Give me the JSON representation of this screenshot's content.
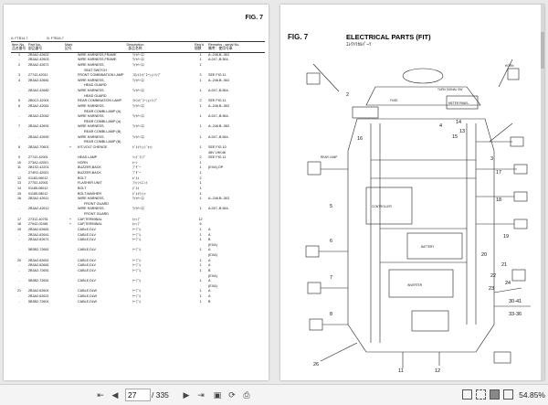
{
  "left_page": {
    "fig": "FIG. 7",
    "ref_a": "A: FTB14-7",
    "ref_b": "B: FTB16-7",
    "headers": {
      "item": "Item No.\n品名番号",
      "part": "Part No.\n部品番号",
      "mark": "Mark\n記号",
      "desc": "Description\n部品名称",
      "reqd": "Req'd\n個数",
      "remarks": "Remarks : serial No.\n備考：使用号車"
    },
    "rows": [
      {
        "item": "1",
        "part": "2B3A2-42602",
        "mark": "",
        "desc": "WIRE HARNESS,FRAME",
        "jp": "ﾜｲﾔﾊｰﾈｽ",
        "reqd": "1",
        "remarks": "A:-246,B:-363"
      },
      {
        "item": "-",
        "part": "2B3A2-42603",
        "mark": "",
        "desc": "WIRE HARNESS,FRAME",
        "jp": "ﾜｲﾔﾊｰﾈｽ",
        "reqd": "1",
        "remarks": "A:247-,B:364-"
      },
      {
        "item": "2",
        "part": "2B3A2-42671",
        "mark": "",
        "desc": "WIRE HARNESS,",
        "jp": "ﾜｲﾔﾊｰﾈｽ",
        "reqd": "1",
        "remarks": ""
      },
      {
        "item": "",
        "part": "",
        "mark": "",
        "desc": "SEAT SWITCH",
        "jp": "",
        "reqd": "",
        "remarks": "",
        "sub": true
      },
      {
        "item": "3",
        "part": "27742-42011",
        "mark": "",
        "desc": "FRONT COMBINATION LAMP",
        "jp": "ﾌﾛﾝﾄｺﾝﾋﾞﾈｰｼｮﾝﾗﾝﾌﾟ",
        "reqd": "2",
        "remarks": "SEE FIG.11"
      },
      {
        "item": "4",
        "part": "2B3A2-42681",
        "mark": "",
        "desc": "WIRE HARNESS,",
        "jp": "ﾜｲﾔﾊｰﾈｽ",
        "reqd": "1",
        "remarks": "A:-246,B:-363"
      },
      {
        "item": "",
        "part": "",
        "mark": "",
        "desc": "HEAD GUARD",
        "jp": "",
        "reqd": "",
        "remarks": "",
        "sub": true
      },
      {
        "item": "-",
        "part": "2B3A2-42682",
        "mark": "",
        "desc": "WIRE HARNESS,",
        "jp": "ﾜｲﾔﾊｰﾈｽ",
        "reqd": "1",
        "remarks": "A:247-,B:364-"
      },
      {
        "item": "",
        "part": "",
        "mark": "",
        "desc": "HEAD GUARD",
        "jp": "",
        "reqd": "",
        "remarks": "",
        "sub": true
      },
      {
        "item": "5",
        "part": "2B0C2-42001",
        "mark": "",
        "desc": "REAR COMBINATION LAMP",
        "jp": "ﾘﾔｺﾝﾋﾞﾈｰｼｮﾝﾗﾝﾌﾟ",
        "reqd": "2",
        "remarks": "SEE FIG.11"
      },
      {
        "item": "6",
        "part": "2B3A2-42061",
        "mark": "",
        "desc": "WIRE HARNESS,",
        "jp": "ﾜｲﾔﾊｰﾈｽ",
        "reqd": "1",
        "remarks": "A:-246,B:-363"
      },
      {
        "item": "",
        "part": "",
        "mark": "",
        "desc": "REAR COMBI.LAMP (A)",
        "jp": "",
        "reqd": "",
        "remarks": "",
        "sub": true
      },
      {
        "item": "-",
        "part": "2B3A2-42062",
        "mark": "",
        "desc": "WIRE HARNESS,",
        "jp": "ﾜｲﾔﾊｰﾈｽ",
        "reqd": "1",
        "remarks": "A:247-,B:364-"
      },
      {
        "item": "",
        "part": "",
        "mark": "",
        "desc": "REAR COMBI.LAMP (A)",
        "jp": "",
        "reqd": "",
        "remarks": "",
        "sub": true
      },
      {
        "item": "7",
        "part": "2B3A2-42691",
        "mark": "",
        "desc": "WIRE HARNESS,",
        "jp": "ﾜｲﾔﾊｰﾈｽ",
        "reqd": "1",
        "remarks": "A:-246,B:-363"
      },
      {
        "item": "",
        "part": "",
        "mark": "",
        "desc": "REAR COMBI.LAMP (B)",
        "jp": "",
        "reqd": "",
        "remarks": "",
        "sub": true
      },
      {
        "item": "-",
        "part": "2B3A2-42692",
        "mark": "",
        "desc": "WIRE HARNESS,",
        "jp": "ﾜｲﾔﾊｰﾈｽ",
        "reqd": "1",
        "remarks": "A:247-,B:364-"
      },
      {
        "item": "",
        "part": "",
        "mark": "",
        "desc": "REAR COMBI.LAMP (B)",
        "jp": "",
        "reqd": "",
        "remarks": "",
        "sub": true
      },
      {
        "item": "8",
        "part": "2B3A2-70601",
        "mark": "+",
        "desc": "KIT,VOLT CHENGE",
        "jp": "ﾎﾞﾙﾄﾁｪﾝｼﾞｷｯﾄ",
        "reqd": "1",
        "remarks": "SEE FIG.10"
      },
      {
        "item": "",
        "part": "",
        "mark": "",
        "desc": "",
        "jp": "",
        "reqd": "",
        "remarks": "48V  LHK48"
      },
      {
        "item": "9",
        "part": "27742-42001",
        "mark": "",
        "desc": "HEAD LAMP",
        "jp": "ﾍｯﾄﾞﾗﾝﾌﾟ",
        "reqd": "2",
        "remarks": "SEE FIG.11"
      },
      {
        "item": "10",
        "part": "273A2-42001",
        "mark": "",
        "desc": "HORN",
        "jp": "ﾎｰﾝ",
        "reqd": "1",
        "remarks": ""
      },
      {
        "item": "11",
        "part": "2B1S2-42201",
        "mark": "",
        "desc": "BUZZER,BACK",
        "jp": "ﾌﾞｻﾞｰ",
        "reqd": "1",
        "remarks": "(EXA),OP"
      },
      {
        "item": "-",
        "part": "274R2-42001",
        "mark": "",
        "desc": "BUZZER,BACK",
        "jp": "ﾌﾞｻﾞｰ",
        "reqd": "1",
        "remarks": ""
      },
      {
        "item": "12",
        "part": "01183-06012",
        "mark": "",
        "desc": "BOLT",
        "jp": "ﾎﾞﾙﾄ",
        "reqd": "2",
        "remarks": ""
      },
      {
        "item": "13",
        "part": "27702-42001",
        "mark": "",
        "desc": "FLASHER UNIT",
        "jp": "ﾌﾗｯｼｬﾕﾆｯﾄ",
        "reqd": "1",
        "remarks": ""
      },
      {
        "item": "14",
        "part": "01185-06012",
        "mark": "",
        "desc": "BOLT",
        "jp": "ﾎﾞﾙﾄ",
        "reqd": "1",
        "remarks": ""
      },
      {
        "item": "15",
        "part": "01185-08012",
        "mark": "",
        "desc": "BOLT,WASHER",
        "jp": "ﾎﾞﾙﾄﾜｯｼｬ",
        "reqd": "1",
        "remarks": ""
      },
      {
        "item": "16",
        "part": "2B3A2-42611",
        "mark": "",
        "desc": "WIRE HARNESS,",
        "jp": "ﾜｲﾔﾊｰﾈｽ",
        "reqd": "1",
        "remarks": "A:-246,B:-363"
      },
      {
        "item": "",
        "part": "",
        "mark": "",
        "desc": "FRONT GUARD",
        "jp": "",
        "reqd": "",
        "remarks": "",
        "sub": true
      },
      {
        "item": "-",
        "part": "2B3A2-42612",
        "mark": "",
        "desc": "WIRE HARNESS,",
        "jp": "ﾜｲﾔﾊｰﾈｽ",
        "reqd": "1",
        "remarks": "A:247-,B:364-"
      },
      {
        "item": "",
        "part": "",
        "mark": "",
        "desc": "FRONT GUARD",
        "jp": "",
        "reqd": "",
        "remarks": "",
        "sub": true
      },
      {
        "item": "17",
        "part": "27312-40751",
        "mark": "+",
        "desc": "CAP,TERMINAL",
        "jp": "ｷｬｯﾌﾟ",
        "reqd": "12",
        "remarks": ""
      },
      {
        "item": "18",
        "part": "27042-02481",
        "mark": "+",
        "desc": "CAP,TERMINAL",
        "jp": "ｷｬｯﾌﾟ",
        "reqd": "6",
        "remarks": ""
      },
      {
        "item": "19",
        "part": "2B3A2-62661",
        "mark": "",
        "desc": "CABLE,DLV",
        "jp": "ｹｰﾌﾞﾙ",
        "reqd": "1",
        "remarks": "A"
      },
      {
        "item": "-",
        "part": "2B3A2-62641",
        "mark": "",
        "desc": "CABLE,DLV",
        "jp": "ｹｰﾌﾞﾙ",
        "reqd": "1",
        "remarks": "A"
      },
      {
        "item": "-",
        "part": "2B3A2-62671",
        "mark": "",
        "desc": "CABLE,DLV",
        "jp": "ｹｰﾌﾞﾙ",
        "reqd": "1",
        "remarks": "B"
      },
      {
        "item": "",
        "part": "",
        "mark": "",
        "desc": "",
        "jp": "",
        "reqd": "",
        "remarks": "(EXA)"
      },
      {
        "item": "-",
        "part": "5B3B2-72661",
        "mark": "",
        "desc": "CABLE,DLV",
        "jp": "ｹｰﾌﾞﾙ",
        "reqd": "1",
        "remarks": "A"
      },
      {
        "item": "",
        "part": "",
        "mark": "",
        "desc": "",
        "jp": "",
        "reqd": "",
        "remarks": "(EXA)"
      },
      {
        "item": "20",
        "part": "2B3A2-62651",
        "mark": "",
        "desc": "CABLE,DLV",
        "jp": "ｹｰﾌﾞﾙ",
        "reqd": "1",
        "remarks": "A"
      },
      {
        "item": "-",
        "part": "2B3A2-62681",
        "mark": "",
        "desc": "CABLE,DLV",
        "jp": "ｹｰﾌﾞﾙ",
        "reqd": "1",
        "remarks": "A"
      },
      {
        "item": "-",
        "part": "2B3A2-72651",
        "mark": "",
        "desc": "CABLE,DLV",
        "jp": "ｹｰﾌﾞﾙ",
        "reqd": "1",
        "remarks": "B"
      },
      {
        "item": "",
        "part": "",
        "mark": "",
        "desc": "",
        "jp": "",
        "reqd": "",
        "remarks": "(EXA)"
      },
      {
        "item": "-",
        "part": "5B3B2-72651",
        "mark": "",
        "desc": "CABLE,DLV",
        "jp": "ｹｰﾌﾞﾙ",
        "reqd": "1",
        "remarks": "A"
      },
      {
        "item": "",
        "part": "",
        "mark": "",
        "desc": "",
        "jp": "",
        "reqd": "",
        "remarks": "(EXA)"
      },
      {
        "item": "21",
        "part": "2B3A2-62601",
        "mark": "",
        "desc": "CABLE,DLW",
        "jp": "ｹｰﾌﾞﾙ",
        "reqd": "1",
        "remarks": "A"
      },
      {
        "item": "-",
        "part": "2B3A2-62621",
        "mark": "",
        "desc": "CABLE,DLW",
        "jp": "ｹｰﾌﾞﾙ",
        "reqd": "1",
        "remarks": "A"
      },
      {
        "item": "-",
        "part": "5B3B2-72601",
        "mark": "",
        "desc": "CABLE,DLW",
        "jp": "ｹｰﾌﾞﾙ",
        "reqd": "1",
        "remarks": "B"
      }
    ]
  },
  "right_page": {
    "fig": "FIG. 7",
    "title": "ELECTRICAL PARTS (FIT)",
    "subtitle": "ｴﾚｸﾄﾘｶﾙﾊﾟｰﾂ",
    "callouts": [
      "16",
      "2",
      "4",
      "14",
      "13",
      "15",
      "17",
      "18",
      "19",
      "20",
      "21",
      "22",
      "24",
      "23",
      "3",
      "30-41",
      "33-36",
      "5",
      "6",
      "7",
      "8",
      "11",
      "12",
      "26"
    ],
    "labels": [
      "TURN SIGNAL SW",
      "FUSE",
      "METER PANEL",
      "HORN",
      "BATTERY",
      "INVERTER",
      "CONTROLLER",
      "REAR LAMP"
    ]
  },
  "toolbar": {
    "page_current": "27",
    "page_total": "/ 335",
    "zoom": "54.85%"
  }
}
